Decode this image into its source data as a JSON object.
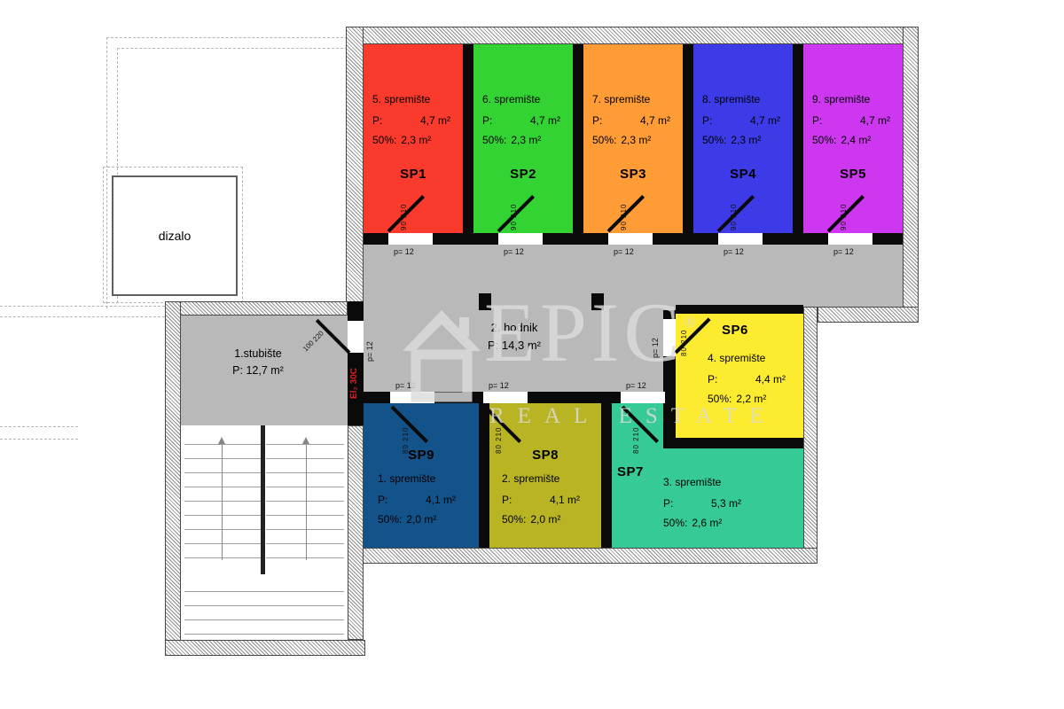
{
  "labels": {
    "p12": "p= 12",
    "p_label": "P:",
    "half_label": "50%:"
  },
  "watermark": {
    "brand": "EPIC",
    "reg": "®",
    "tagline": "REAL ESTATE"
  },
  "elevator": {
    "label": "dizalo"
  },
  "stairs": {
    "name": "1.stubište",
    "area": "P: 12,7 m²"
  },
  "corridor": {
    "name": "2. hodnik",
    "area": "P: 14,3 m²"
  },
  "fire_label": "EI₂ 30C",
  "doors": {
    "stair": "100 220"
  },
  "rooms": {
    "sp1": {
      "code": "SP1",
      "name": "5. spremište",
      "area": "4,7 m²",
      "half": "2,3 m²",
      "color": "#f93a2c",
      "door": "90 210"
    },
    "sp2": {
      "code": "SP2",
      "name": "6. spremište",
      "area": "4,7 m²",
      "half": "2,3 m²",
      "color": "#33d333",
      "door": "90 210"
    },
    "sp3": {
      "code": "SP3",
      "name": "7. spremište",
      "area": "4,7 m²",
      "half": "2,3 m²",
      "color": "#ff9c36",
      "door": "90 210"
    },
    "sp4": {
      "code": "SP4",
      "name": "8. spremište",
      "area": "4,7 m²",
      "half": "2,3 m²",
      "color": "#3d3ae8",
      "door": "90 210"
    },
    "sp5": {
      "code": "SP5",
      "name": "9. spremište",
      "area": "4,7 m²",
      "half": "2,4 m²",
      "color": "#cd37f0",
      "door": "90 210"
    },
    "sp6": {
      "code": "SP6",
      "name": "4. spremište",
      "area": "4,4 m²",
      "half": "2,2 m²",
      "color": "#fdeb2f",
      "door": "80 210"
    },
    "sp7": {
      "code": "SP7",
      "name": "3. spremište",
      "area": "5,3 m²",
      "half": "2,6 m²",
      "color": "#36ca95",
      "door": "80 210"
    },
    "sp8": {
      "code": "SP8",
      "name": "2. spremište",
      "area": "4,1 m²",
      "half": "2,0 m²",
      "color": "#b8b424",
      "door": "80 210"
    },
    "sp9": {
      "code": "SP9",
      "name": "1. spremište",
      "area": "4,1 m²",
      "half": "2,0 m²",
      "color": "#14528a",
      "door": "80 210"
    }
  },
  "colors": {
    "corridor": "#b9b9b9",
    "fire_red": "#dd1f1f",
    "watermark": "#dcdcdc"
  }
}
